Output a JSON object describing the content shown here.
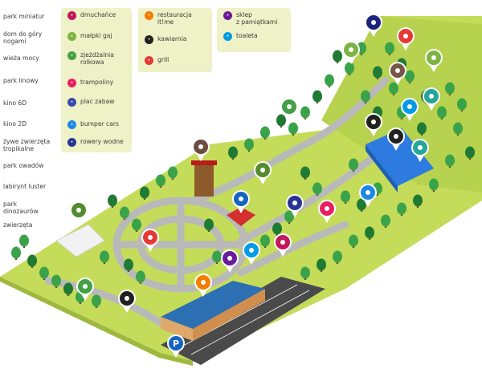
{
  "legend": {
    "col1": [
      {
        "label": "park miniatur"
      },
      {
        "label": "dom do góry\nnogami"
      },
      {
        "label": "wieża mocy"
      },
      {
        "label": "park linowy"
      },
      {
        "label": "kino 6D"
      },
      {
        "label": "kino 2D"
      },
      {
        "label": "żywe zwierzęta\ntropikalne"
      },
      {
        "label": "park owadów"
      },
      {
        "label": "labirynt luster"
      },
      {
        "label": "park\ndinozaurów"
      },
      {
        "label": "zwierzęta"
      }
    ],
    "col2": [
      {
        "label": "dmuchańce",
        "icon": "castle-icon",
        "color": "#c2185b"
      },
      {
        "label": "małpki gaj",
        "icon": "monkey-icon",
        "color": "#7cb342"
      },
      {
        "label": "zjeżdżalnia\nrolkowa",
        "icon": "slide-icon",
        "color": "#43a047"
      },
      {
        "label": "trampoliny",
        "icon": "trampoline-icon",
        "color": "#e91e63"
      },
      {
        "label": "plac zabaw",
        "icon": "playground-icon",
        "color": "#3949ab"
      },
      {
        "label": "bumper cars",
        "icon": "bumper-car-icon",
        "color": "#1e88e5"
      },
      {
        "label": "rowery wodne",
        "icon": "water-bike-icon",
        "color": "#283593"
      }
    ],
    "col3": [
      {
        "label": "restauracja\nit!me",
        "icon": "cutlery-icon",
        "color": "#f57c00"
      },
      {
        "label": "kawiarnia",
        "icon": "coffee-icon",
        "color": "#212121"
      },
      {
        "label": "grill",
        "icon": "grill-icon",
        "color": "#e53935"
      }
    ],
    "col4": [
      {
        "label": "sklep\nz pamiątkami",
        "icon": "gift-icon",
        "color": "#6a1b9a"
      },
      {
        "label": "toaleta",
        "icon": "toilet-icon",
        "color": "#039be5"
      }
    ]
  },
  "colors": {
    "grass": "#c5dc5a",
    "grass_dark": "#a8c441",
    "path": "#b9b9b9",
    "parking": "#4a4a4a",
    "tree": "#3aa34a",
    "tree_dark": "#1f7a33",
    "aquarium": "#2d7be0"
  },
  "pins": [
    {
      "name": "roller-slide-pin",
      "icon": "slide-icon",
      "color": "#1a237e"
    },
    {
      "name": "monkey-pin-1",
      "icon": "monkey-icon",
      "color": "#7cb342"
    },
    {
      "name": "grill-pin",
      "icon": "grill-icon",
      "color": "#e53935"
    },
    {
      "name": "dragonfly-pin",
      "icon": "insect-icon",
      "color": "#795548"
    },
    {
      "name": "monkey-pin-2",
      "icon": "monkey-icon",
      "color": "#7cb342"
    },
    {
      "name": "rope-park-pin",
      "icon": "ropes-icon",
      "color": "#43a047"
    },
    {
      "name": "chameleon-pin",
      "icon": "chameleon-icon",
      "color": "#26a69a"
    },
    {
      "name": "toilet-pin-1",
      "icon": "toilet-icon",
      "color": "#039be5"
    },
    {
      "name": "cinema-6d-pin",
      "icon": "cinema-icon",
      "color": "#212121"
    },
    {
      "name": "cinema-2d-pin",
      "icon": "cinema-icon",
      "color": "#212121"
    },
    {
      "name": "tropical-animals-pin",
      "icon": "turtle-icon",
      "color": "#26a69a"
    },
    {
      "name": "tower-pin",
      "icon": "tower-icon",
      "color": "#6d4c41"
    },
    {
      "name": "dinosaur-pin",
      "icon": "dinosaur-icon",
      "color": "#558b2f"
    },
    {
      "name": "upside-down-house-pin",
      "icon": "house-icon",
      "color": "#1565c0"
    },
    {
      "name": "playground-pin",
      "icon": "playground-icon",
      "color": "#283593"
    },
    {
      "name": "trampoline-pin",
      "icon": "trampoline-icon",
      "color": "#e91e63"
    },
    {
      "name": "bouncy-castle-pin",
      "icon": "castle-icon",
      "color": "#c2185b"
    },
    {
      "name": "mirror-maze-pin",
      "icon": "mirror-icon",
      "color": "#1e88e5"
    },
    {
      "name": "animals-pin",
      "icon": "animal-icon",
      "color": "#558b2f"
    },
    {
      "name": "miniature-park-pin",
      "icon": "eiffel-icon",
      "color": "#e53935"
    },
    {
      "name": "souvenir-pin",
      "icon": "gift-icon",
      "color": "#6a1b9a"
    },
    {
      "name": "toilet-pin-2",
      "icon": "toilet-icon",
      "color": "#039be5"
    },
    {
      "name": "restaurant-pin",
      "icon": "cutlery-icon",
      "color": "#f57c00"
    },
    {
      "name": "insect-park-pin",
      "icon": "book-icon",
      "color": "#43a047"
    },
    {
      "name": "cafe-pin",
      "icon": "coffee-icon",
      "color": "#212121"
    },
    {
      "name": "parking-pin",
      "icon": "parking-icon",
      "color": "#1565c0",
      "label": "P"
    }
  ]
}
